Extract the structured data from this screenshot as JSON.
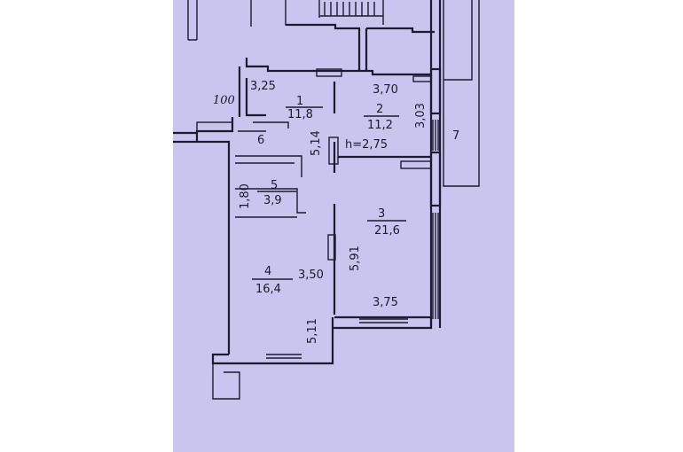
{
  "plan": {
    "ceiling_height": "h=2,75",
    "rooms": [
      {
        "number": "1",
        "area": "11,8"
      },
      {
        "number": "2",
        "area": "11,2"
      },
      {
        "number": "3",
        "area": "21,6"
      },
      {
        "number": "4",
        "area": "16,4"
      },
      {
        "number": "5",
        "area": "3,9"
      },
      {
        "number": "6"
      },
      {
        "number": "7"
      }
    ],
    "dimensions": {
      "d325": "3,25",
      "d100": "100",
      "d370": "3,70",
      "d303": "3,03",
      "d514": "5,14",
      "d180": "1,80",
      "d591": "5,91",
      "d350": "3,50",
      "d375": "3,75",
      "d511": "5,11"
    }
  }
}
